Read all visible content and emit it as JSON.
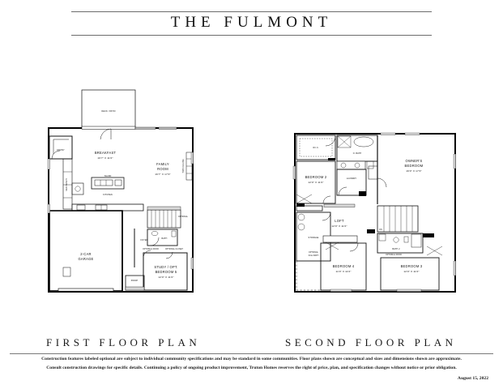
{
  "header": {
    "plan_name": "THE FULMONT"
  },
  "captions": {
    "first": "FIRST FLOOR PLAN",
    "second": "SECOND FLOOR PLAN"
  },
  "first_floor": {
    "rooms": [
      {
        "name": "DECK / PATIO",
        "dim": ""
      },
      {
        "name": "PANTRY",
        "dim": ""
      },
      {
        "name": "BREAKFAST",
        "dim": "16'7\" X 11'0\""
      },
      {
        "name": "FAMILY ROOM",
        "dim": "16'7\" X 17'0\""
      },
      {
        "name": "KITCHEN",
        "dim": ""
      },
      {
        "name": "2-CAR GARAGE",
        "dim": ""
      },
      {
        "name": "FOYER",
        "dim": ""
      },
      {
        "name": "PORCH",
        "dim": ""
      },
      {
        "name": "BATH",
        "dim": ""
      },
      {
        "name": "STUDY / OPT.",
        "dim": ""
      },
      {
        "name": "BEDROOM 5",
        "dim": "12'0\" X 11'0\""
      }
    ],
    "labels": {
      "deck_patio": "DECK / PATIO",
      "pantry": "PANTRY",
      "breakfast": "BREAKFAST",
      "breakfast_dim": "16'7\" X 11'0\"",
      "family_room_l1": "FAMILY",
      "family_room_l2": "ROOM",
      "family_room_dim": "16'7\" X 17'0\"",
      "kitchen": "KITCHEN",
      "garage_l1": "2-CAR",
      "garage_l2": "GARAGE",
      "foyer": "FOYER",
      "porch": "PORCH",
      "bath": "BATH",
      "study_l1": "STUDY / OPT.",
      "study_l2": "BEDROOM 5",
      "study_dim": "12'0\" X 11'0\"",
      "optional_door": "OPTIONAL DOOR",
      "optional_closet": "OPTIONAL CLOSET",
      "mud_bench": "MUD BENCH",
      "spiral_1": "OPTIONAL",
      "spiral_2": "TRAY CEILING",
      "cov_porch": "COVERED PORCH",
      "island": "ISLAND"
    }
  },
  "second_floor": {
    "rooms": [
      {
        "name": "W.I.C.",
        "dim": ""
      },
      {
        "name": "O. BATH",
        "dim": ""
      },
      {
        "name": "OWNER'S BEDROOM",
        "dim": "16'0\" X 17'0\""
      },
      {
        "name": "BEDROOM 2",
        "dim": "12'0\" X 11'0\""
      },
      {
        "name": "LAUNDRY",
        "dim": ""
      },
      {
        "name": "LOFT",
        "dim": "12'0\" X 11'0\""
      },
      {
        "name": "STORAGE",
        "dim": ""
      },
      {
        "name": "BEDROOM 4",
        "dim": "11'0\" X 11'0\""
      },
      {
        "name": "BATH 2",
        "dim": ""
      },
      {
        "name": "BEDROOM 3",
        "dim": "12'0\" X 11'0\""
      }
    ],
    "labels": {
      "wic": "W.I.C.",
      "o_bath": "O. BATH",
      "owners_l1": "OWNER'S",
      "owners_l2": "BEDROOM",
      "owners_dim": "16'0\" X 17'0\"",
      "bedroom2": "BEDROOM 2",
      "bedroom2_dim": "12'0\" X 11'0\"",
      "laundry": "LAUNDRY",
      "loft": "LOFT",
      "loft_dim": "12'0\" X 11'0\"",
      "storage": "STORAGE",
      "storage_opt_l1": "OPTIONAL",
      "storage_opt_l2": "FULL BATH",
      "bedroom4": "BEDROOM 4",
      "bedroom4_dim": "11'0\" X 11'0\"",
      "bath2": "BATH 2",
      "bedroom3": "BEDROOM 3",
      "bedroom3_dim": "12'0\" X 11'0\"",
      "optional_door": "OPTIONAL DOOR",
      "attic_1": "ATTIC",
      "attic_2": "ACCESS",
      "dn": "DN"
    }
  },
  "disclaimer": {
    "line1": "Construction features labeled optional are subject to individual community specifications and may be standard in some communities.  Floor plans shown are conceptual and sizes and dimensions shown are approximate.",
    "line2": "Consult construction drawings for specific details. Continuing a policy of ongoing product improvement, Truton Homes reserves the right of price, plan, and specification changes without notice or prior obligation.",
    "date": "August 15, 2022"
  },
  "colors": {
    "ink": "#111111",
    "rule": "#6d6d6d",
    "wall": "#000000",
    "paper": "#ffffff"
  }
}
